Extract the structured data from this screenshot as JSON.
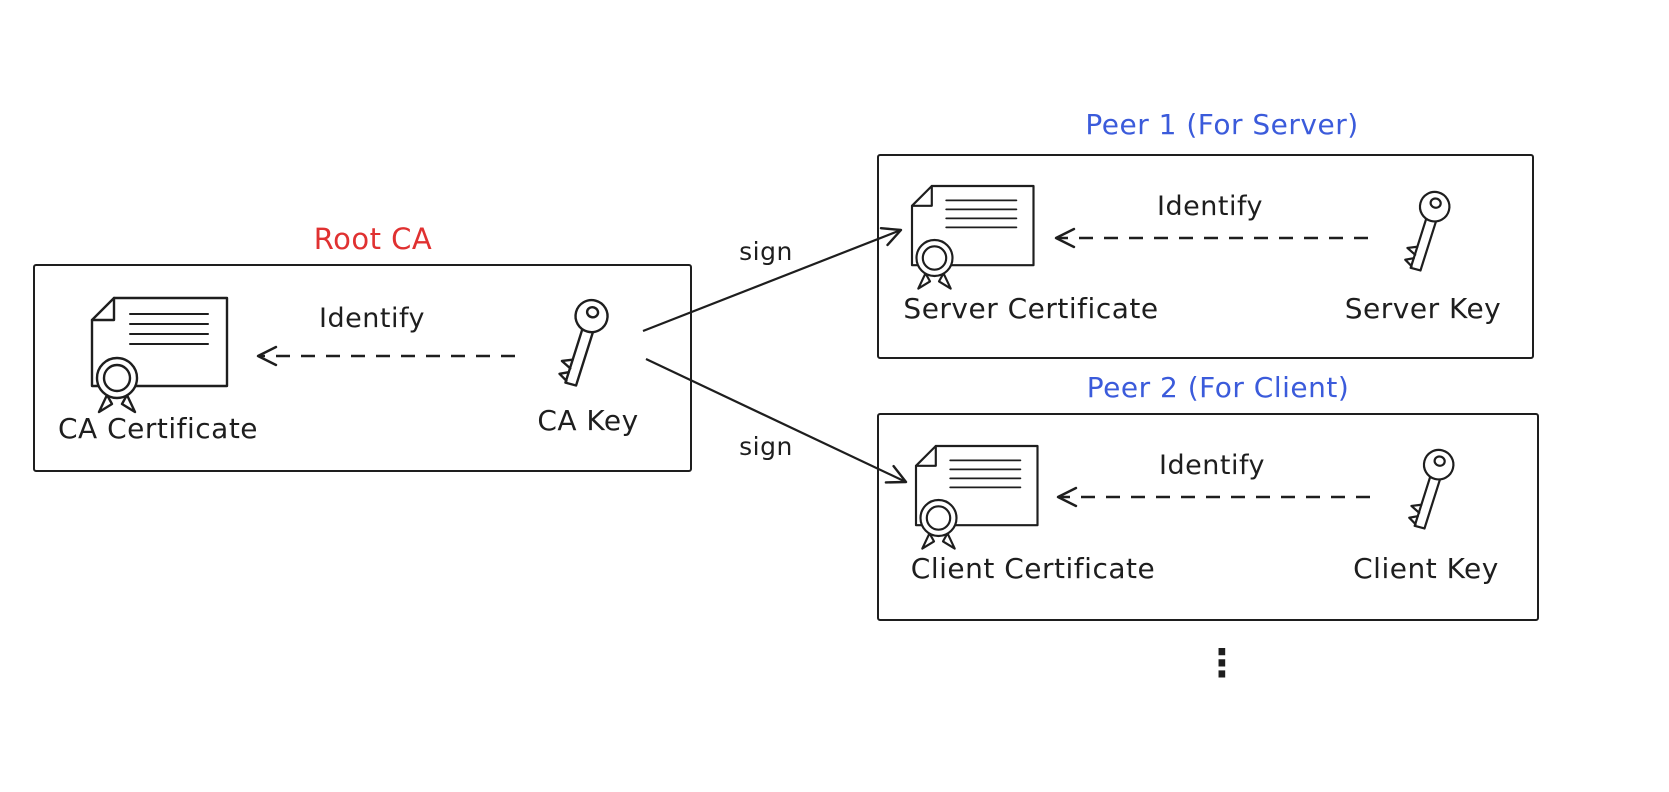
{
  "root_ca": {
    "title": "Root CA",
    "identify": "Identify",
    "cert_label": "CA Certificate",
    "key_label": "CA Key"
  },
  "peer1": {
    "title": "Peer 1 (For Server)",
    "identify": "Identify",
    "cert_label": "Server Certificate",
    "key_label": "Server Key"
  },
  "peer2": {
    "title": "Peer 2 (For Client)",
    "identify": "Identify",
    "cert_label": "Client Certificate",
    "key_label": "Client Key"
  },
  "arrows": {
    "sign1": "sign",
    "sign2": "sign"
  },
  "ellipsis": "⋮",
  "icons": {
    "certificate": "certificate-icon",
    "key": "key-icon",
    "ellipsis": "vertical-ellipsis"
  },
  "colors": {
    "stroke": "#1e1e1e",
    "root_ca_title": "#e03131",
    "peer_title": "#3b5bdb",
    "background": "#ffffff"
  }
}
